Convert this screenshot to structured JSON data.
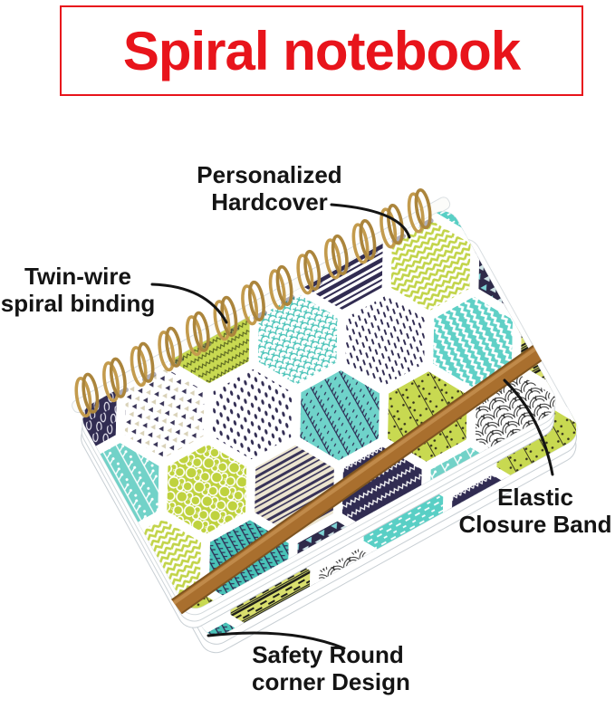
{
  "banner": {
    "title": "Spiral notebook",
    "text_color": "#e8141b",
    "border_color": "#e8141b"
  },
  "annotations": {
    "hardcover": {
      "lines": [
        "Personalized",
        "Hardcover"
      ]
    },
    "spiral": {
      "lines": [
        "Twin-wire",
        "spiral binding"
      ]
    },
    "elastic": {
      "lines": [
        "Elastic",
        "Closure Band"
      ]
    },
    "corner": {
      "lines": [
        "Safety Round",
        "corner Design"
      ]
    }
  },
  "notebook": {
    "colors": {
      "wire_gold": "#c39b4d",
      "band_brown": "#a96f2e",
      "teal": "#49c3b8",
      "aqua": "#72d2c8",
      "lime": "#c8d951",
      "navy": "#312c52",
      "cream": "#ece5d0",
      "cover_background": "#ffffff",
      "label_text": "#141414"
    }
  }
}
